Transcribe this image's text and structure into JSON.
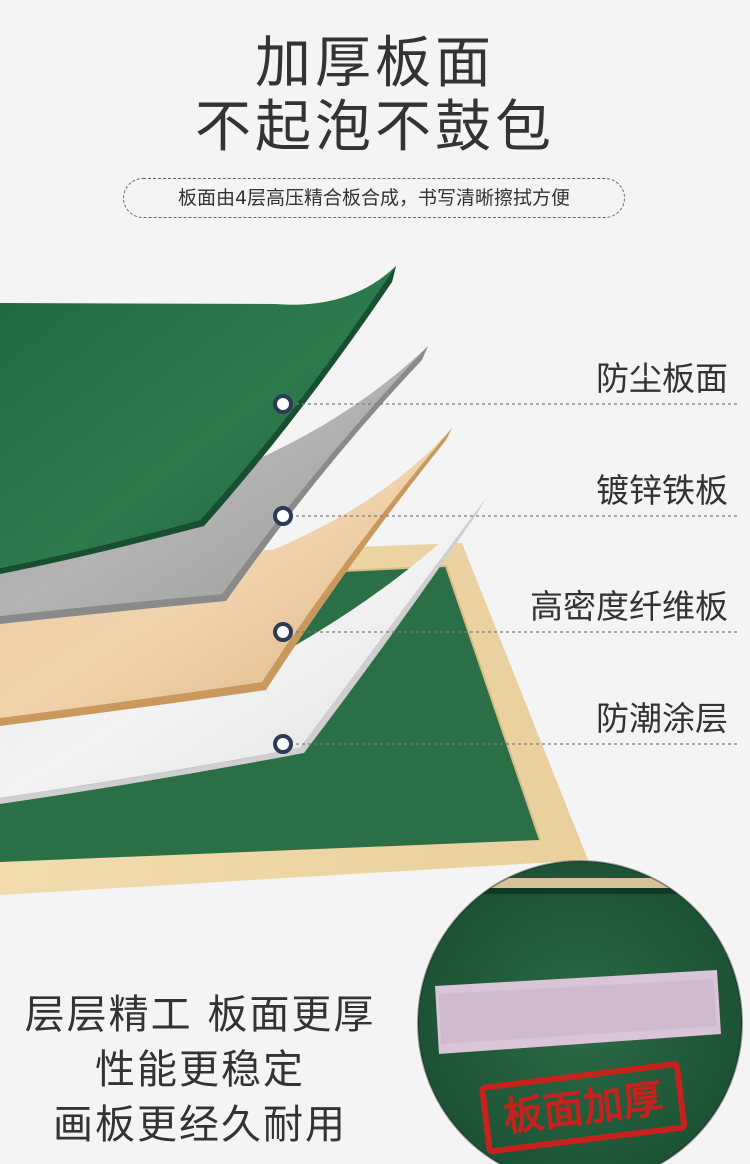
{
  "header": {
    "title_line1": "加厚板面",
    "title_line2": "不起泡不鼓包",
    "subtitle": "板面由4层高压精合板合成，书写清晰擦拭方便"
  },
  "layers": [
    {
      "label": "防尘板面"
    },
    {
      "label": "镀锌铁板"
    },
    {
      "label": "高密度纤维板"
    },
    {
      "label": "防潮涂层"
    }
  ],
  "bottom": {
    "line1": "层层精工 板面更厚",
    "line2": "性能更稳定",
    "line3": "画板更经久耐用",
    "stamp": "板面加厚"
  },
  "colors": {
    "board_green": "#2a7048",
    "galvanized_gray": "#a9a9a9",
    "wood": "#e6c49a",
    "coating_white": "#ececec",
    "frame_wood": "#efd7a6",
    "stamp_red": "#c8221f"
  }
}
